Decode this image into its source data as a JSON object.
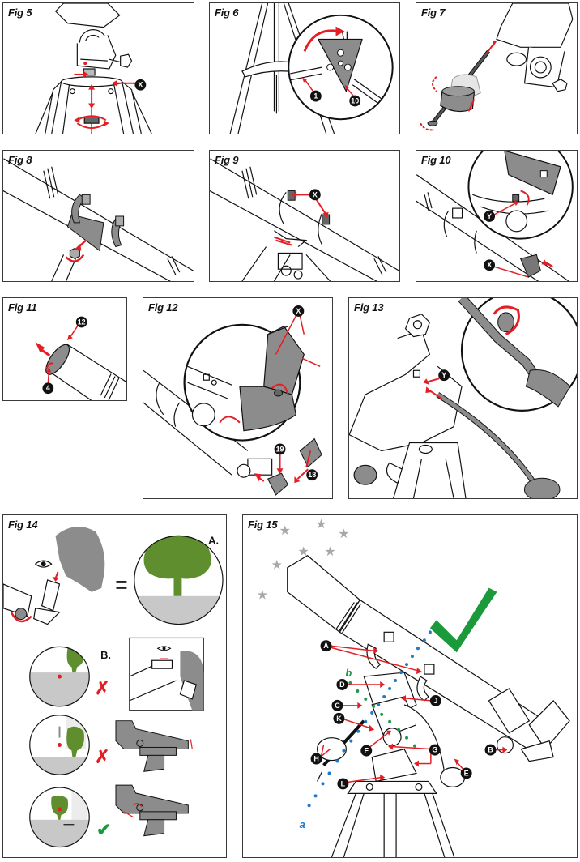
{
  "figures": {
    "fig5": {
      "label": "Fig 5",
      "callouts": [
        "X"
      ]
    },
    "fig6": {
      "label": "Fig 6",
      "callouts": [
        "1",
        "10"
      ]
    },
    "fig7": {
      "label": "Fig 7",
      "callouts": []
    },
    "fig8": {
      "label": "Fig 8",
      "callouts": []
    },
    "fig9": {
      "label": "Fig 9",
      "callouts": [
        "X"
      ]
    },
    "fig10": {
      "label": "Fig 10",
      "callouts": [
        "Y",
        "X"
      ]
    },
    "fig11": {
      "label": "Fig 11",
      "callouts": [
        "12",
        "4"
      ]
    },
    "fig12": {
      "label": "Fig 12",
      "callouts": [
        "X",
        "19",
        "18"
      ]
    },
    "fig13": {
      "label": "Fig 13",
      "callouts": [
        "Y"
      ]
    },
    "fig14": {
      "label": "Fig 14",
      "equals": "=",
      "view_a": "A.",
      "view_b": "B.",
      "results": [
        "wrong",
        "wrong",
        "correct"
      ]
    },
    "fig15": {
      "label": "Fig 15",
      "axis_a": "a",
      "axis_b": "b",
      "callouts": [
        "A",
        "D",
        "C",
        "J",
        "K",
        "F",
        "G",
        "H",
        "B",
        "E",
        "L"
      ]
    }
  },
  "colors": {
    "arrow_red": "#e31e24",
    "tree_green": "#5e8e2e",
    "check_green": "#1a9a3a",
    "axis_blue": "#1f78c8",
    "axis_green": "#1e9a4a",
    "part_gray": "#8c8c8c",
    "ground_gray": "#c8c8c8",
    "star_gray": "#a8a8a8"
  }
}
